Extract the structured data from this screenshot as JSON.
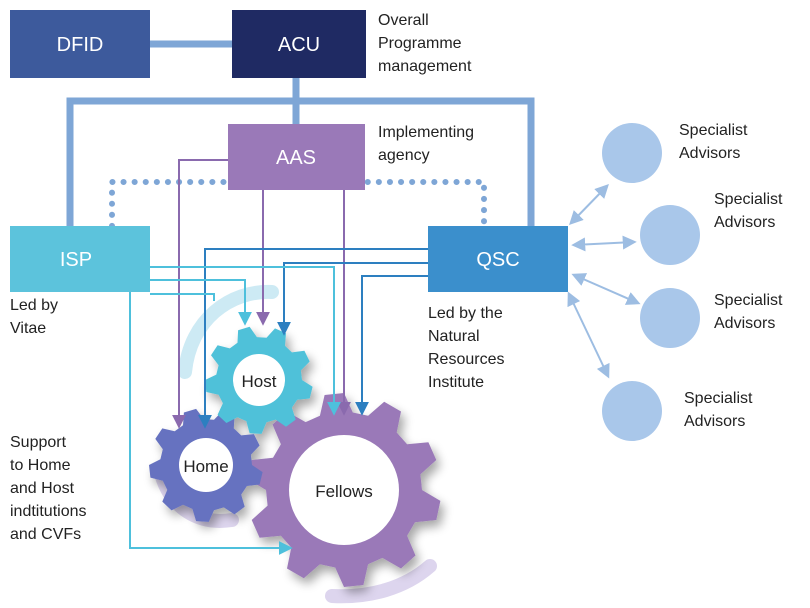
{
  "boxes": {
    "dfid": "DFID",
    "acu": "ACU",
    "aas": "AAS",
    "isp": "ISP",
    "qsc": "QSC"
  },
  "notes": {
    "acu": [
      "Overall",
      "Programme",
      "management"
    ],
    "aas": [
      "Implementing",
      "agency"
    ],
    "isp": [
      "Led by",
      "Vitae"
    ],
    "qsc": [
      "Led by the",
      "Natural",
      "Resources",
      "Institute"
    ],
    "support": [
      "Support",
      "to Home",
      "and Host",
      "indtitutions",
      "and CVFs"
    ]
  },
  "gears": {
    "host": "Host",
    "home": "Home",
    "fellows": "Fellows"
  },
  "advisors": [
    [
      "Specialist",
      "Advisors"
    ],
    [
      "Specialist",
      "Advisors"
    ],
    [
      "Specialist",
      "Advisors"
    ],
    [
      "Specialist",
      "Advisors"
    ]
  ],
  "colors": {
    "dfid": "#3d5a9c",
    "acu": "#1f2a63",
    "aas": "#9a79b8",
    "isp": "#5cc3dc",
    "qsc": "#3b8fcc",
    "line_blue": "#7ea6d6",
    "dots": "#7ea6d6",
    "advisor": "#a9c7ea",
    "gear_host": "#4fc1d9",
    "gear_home": "#6672c0",
    "gear_fellows": "#9a79b8"
  }
}
